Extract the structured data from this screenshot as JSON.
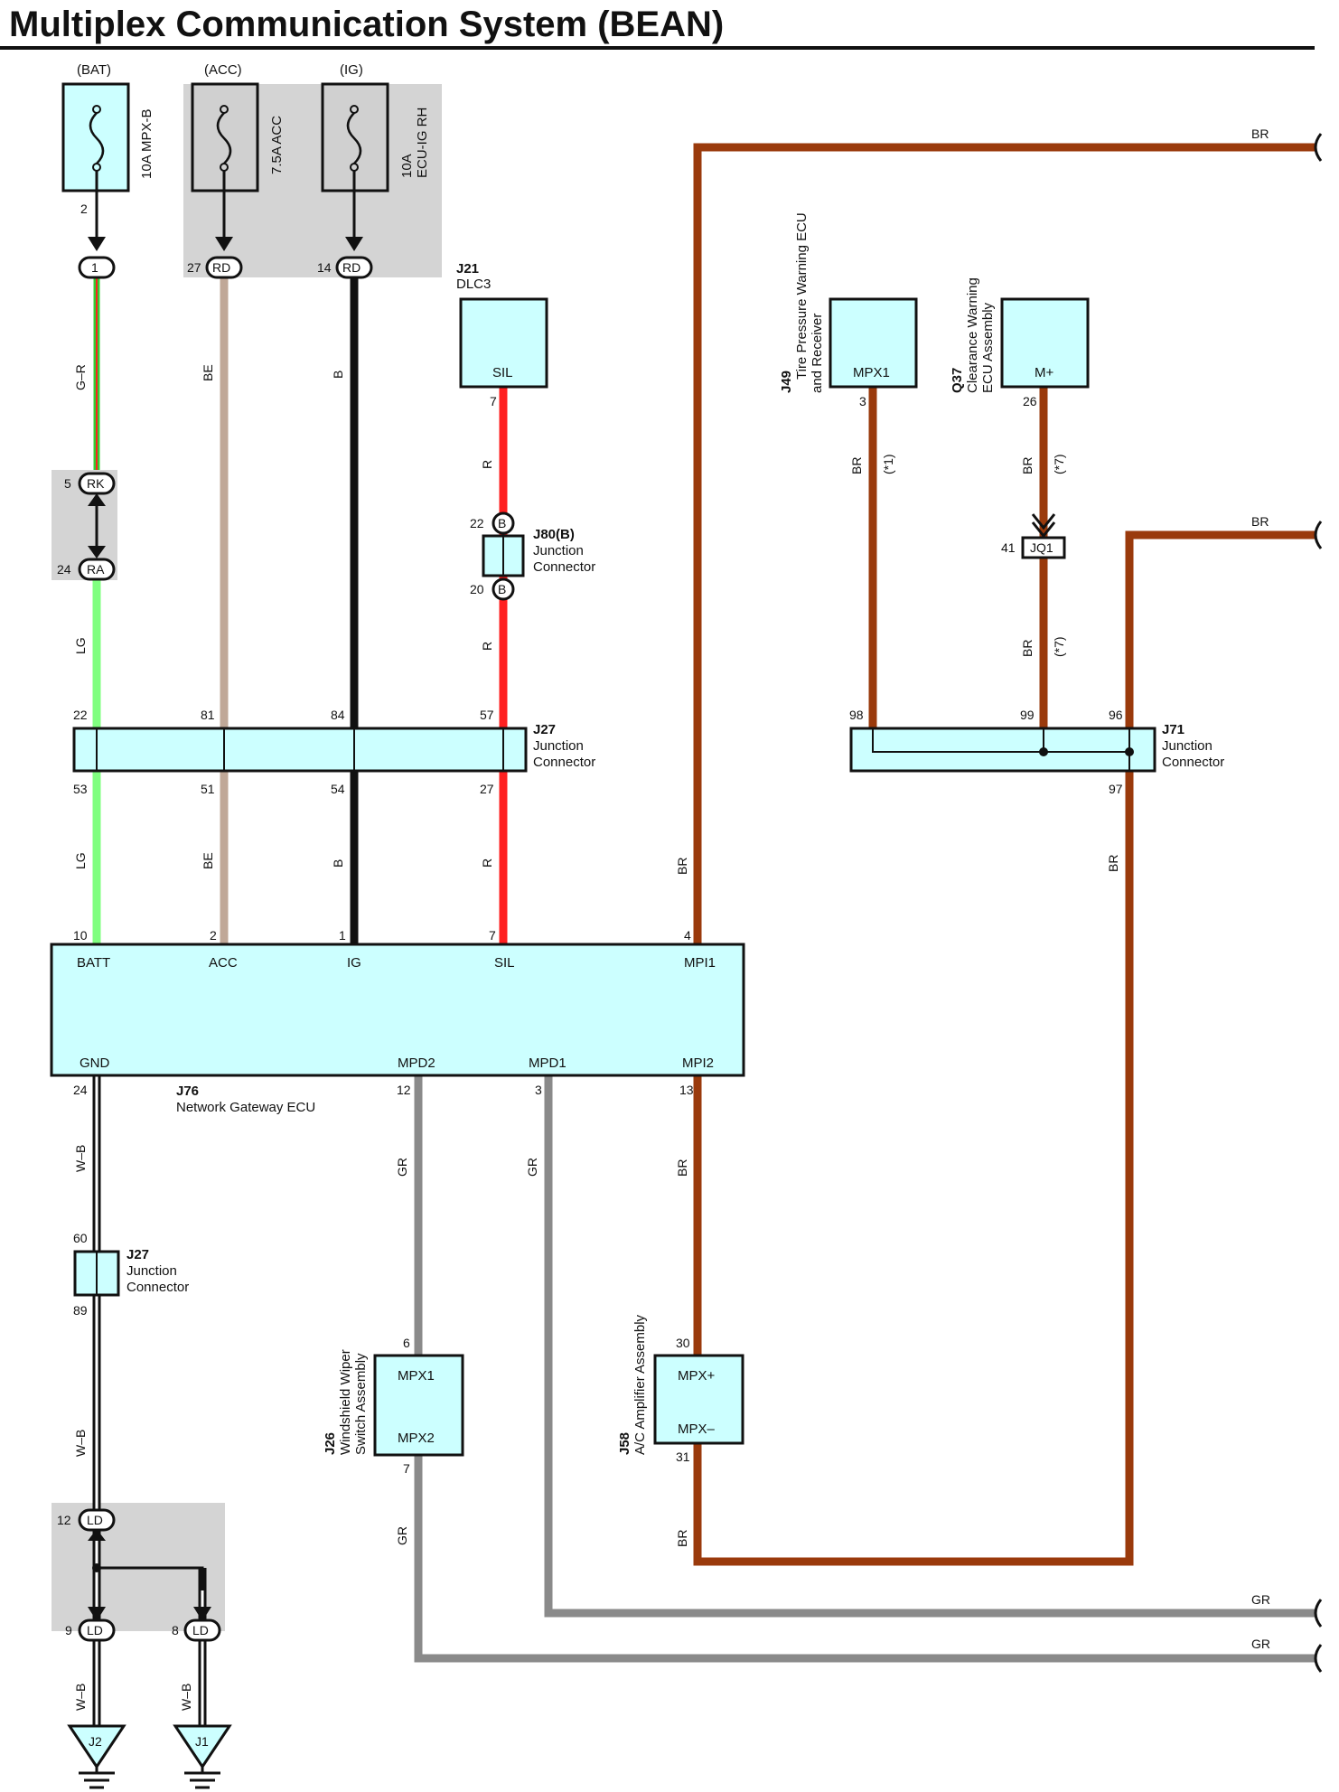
{
  "title": "Multiplex Communication System (BEAN)",
  "colors": {
    "BR": "#9a3a0c",
    "G-R_green": "#33cc33",
    "G-R_red": "#ff2020",
    "BE": "#c0a898",
    "B": "#111111",
    "R": "#ff2020",
    "LG": "#80ff80",
    "GR": "#8a8a8a",
    "W-B": "#111111",
    "box": "#ccffff",
    "shade": "#d4d4d4"
  },
  "fuses": [
    {
      "source": "(BAT)",
      "rating": "10A MPX-B",
      "rating2": "",
      "pin_top": "2",
      "conn_pin": "1",
      "conn": "1"
    },
    {
      "source": "(ACC)",
      "rating": "7.5A ACC",
      "rating2": "",
      "pin_top": "27",
      "conn": "RD"
    },
    {
      "source": "(IG)",
      "rating": "10A",
      "rating2": "ECU-IG RH",
      "pin_top": "14",
      "conn": "RD"
    }
  ],
  "connectors_misc": {
    "rk": {
      "pin": "5",
      "label": "RK"
    },
    "ra": {
      "pin": "24",
      "label": "RA"
    },
    "ld1": {
      "pin": "12",
      "label": "LD"
    },
    "ld2": {
      "pin": "9",
      "label": "LD"
    },
    "ld3": {
      "pin": "8",
      "label": "LD"
    },
    "jq1": {
      "pin": "41",
      "label": "JQ1"
    },
    "b_top": {
      "pin": "22",
      "label": "B"
    },
    "b_bot": {
      "pin": "20",
      "label": "B"
    }
  },
  "components": {
    "j21": {
      "id": "J21",
      "name": "DLC3",
      "pin_label": "SIL",
      "pin": "7"
    },
    "j49": {
      "id": "J49",
      "name1": "Tire Pressure Warning ECU",
      "name2": "and Receiver",
      "pin_label": "MPX1",
      "pin": "3"
    },
    "q37": {
      "id": "Q37",
      "name1": "Clearance Warning",
      "name2": "ECU Assembly",
      "pin_label": "M+",
      "pin": "26"
    },
    "j80": {
      "id": "J80(B)",
      "name1": "Junction",
      "name2": "Connector"
    },
    "j27a": {
      "id": "J27",
      "name1": "Junction",
      "name2": "Connector",
      "pins_top": [
        "22",
        "81",
        "84",
        "57"
      ],
      "pins_bottom": [
        "53",
        "51",
        "54",
        "27"
      ]
    },
    "j71": {
      "id": "J71",
      "name1": "Junction",
      "name2": "Connector",
      "pins_top": [
        "98",
        "99",
        "96"
      ],
      "pins_bottom": [
        "97"
      ]
    },
    "j76": {
      "id": "J76",
      "name": "Network Gateway ECU",
      "top_pins": [
        {
          "label": "BATT",
          "pin": "10"
        },
        {
          "label": "ACC",
          "pin": "2"
        },
        {
          "label": "IG",
          "pin": "1"
        },
        {
          "label": "SIL",
          "pin": "7"
        },
        {
          "label": "MPI1",
          "pin": "4"
        }
      ],
      "bottom_pins": [
        {
          "label": "GND",
          "pin": "24"
        },
        {
          "label": "MPD2",
          "pin": "12"
        },
        {
          "label": "MPD1",
          "pin": "3"
        },
        {
          "label": "MPI2",
          "pin": "13"
        }
      ]
    },
    "j27b": {
      "id": "J27",
      "name1": "Junction",
      "name2": "Connector",
      "pin_top": "60",
      "pin_bottom": "89"
    },
    "j26": {
      "id": "J26",
      "name1": "Windshield Wiper",
      "name2": "Switch Assembly",
      "pin1_label": "MPX1",
      "pin2_label": "MPX2",
      "pin1": "6",
      "pin2": "7"
    },
    "j58": {
      "id": "J58",
      "name": "A/C Amplifier Assembly",
      "pin1_label": "MPX+",
      "pin2_label": "MPX–",
      "pin1": "30",
      "pin2": "31"
    },
    "grounds": [
      "J2",
      "J1"
    ]
  },
  "wire_codes": {
    "g_r": "G–R",
    "lg1": "LG",
    "lg2": "LG",
    "be1": "BE",
    "be2": "BE",
    "b1": "B",
    "b2": "B",
    "r1": "R",
    "r2": "R",
    "r3": "R",
    "br_mpi1": "BR",
    "br_mpi2_1": "BR",
    "br_mpi2_2": "BR",
    "br_j49": "BR",
    "br_q37_1": "BR",
    "br_q37_2": "BR",
    "br_97": "BR",
    "br_top_right": "BR",
    "br_mid_right": "BR",
    "gr_mpd2_1": "GR",
    "gr_mpd2_2": "GR",
    "gr_mpd1": "GR",
    "gr_right1": "GR",
    "gr_right2": "GR",
    "wb1": "W–B",
    "wb2": "W–B",
    "wb3": "W–B",
    "wb4": "W–B",
    "note1": "(*1)",
    "note7a": "(*7)",
    "note7b": "(*7)"
  }
}
